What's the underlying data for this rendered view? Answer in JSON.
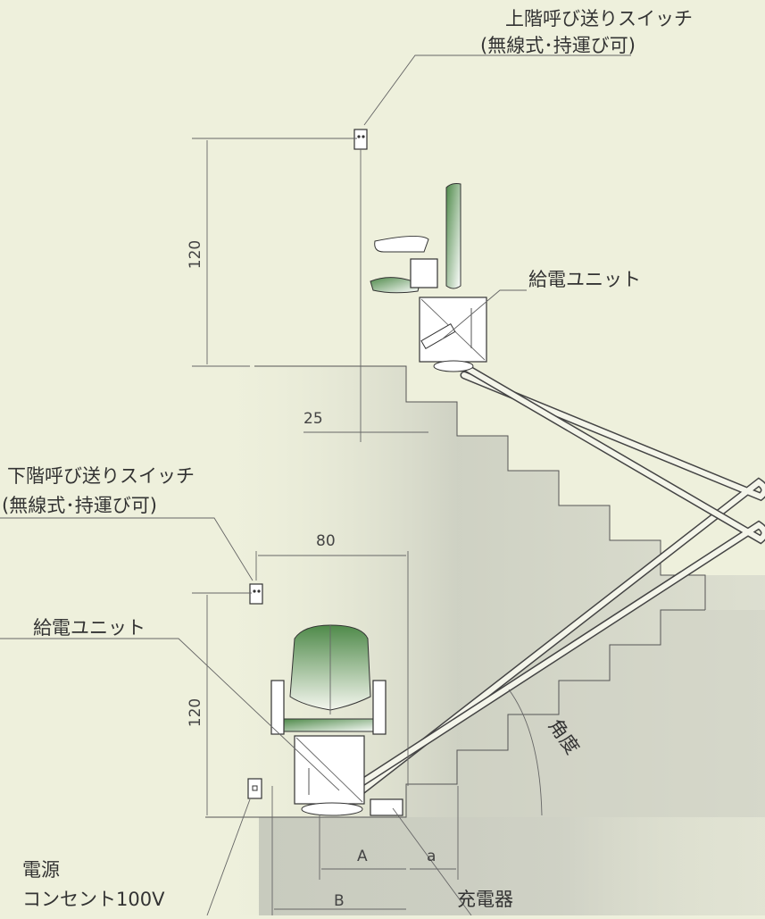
{
  "labels": {
    "upper_switch_line1": "上階呼び送りスイッチ",
    "upper_switch_line2": "(無線式･持運び可)",
    "lower_switch_line1": "下階呼び送りスイッチ",
    "lower_switch_line2": "(無線式･持運び可)",
    "power_unit_upper": "給電ユニット",
    "power_unit_lower": "給電ユニット",
    "outlet_line1": "電源",
    "outlet_line2": "コンセント100V",
    "charger": "充電器",
    "angle": "角度"
  },
  "dimensions": {
    "upper_height": "120",
    "upper_offset": "25",
    "lower_height": "120",
    "width": "80",
    "A": "A",
    "a": "a",
    "B": "B"
  },
  "colors": {
    "background": "#eef0dc",
    "seat_green": "#4f8a4a",
    "stair_shade": "#c9ccc0"
  }
}
